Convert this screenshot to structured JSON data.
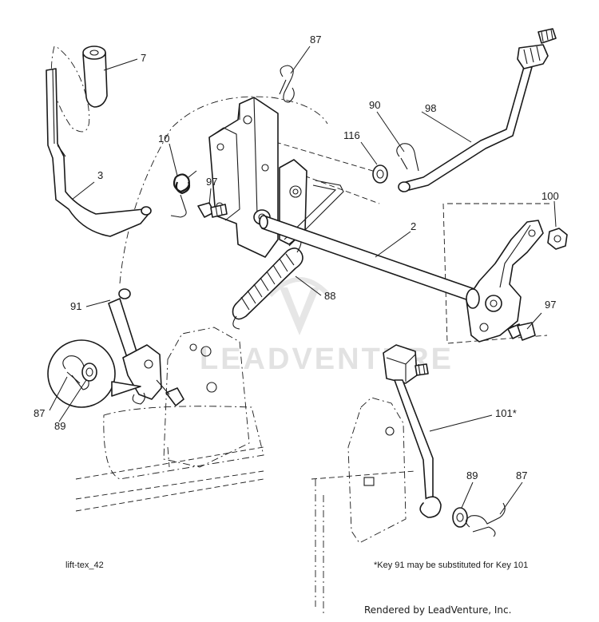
{
  "diagram": {
    "id_label": "lift-tex_42",
    "note": "*Key 91 may be substituted for Key 101",
    "credit": "Rendered by LeadVenture, Inc.",
    "watermark": "LEADVENTURE",
    "callouts": [
      {
        "key": "7"
      },
      {
        "key": "87"
      },
      {
        "key": "90"
      },
      {
        "key": "98"
      },
      {
        "key": "116"
      },
      {
        "key": "10"
      },
      {
        "key": "97"
      },
      {
        "key": "3"
      },
      {
        "key": "100"
      },
      {
        "key": "2"
      },
      {
        "key": "88"
      },
      {
        "key": "91"
      },
      {
        "key": "97"
      },
      {
        "key": "87"
      },
      {
        "key": "89"
      },
      {
        "key": "101*"
      },
      {
        "key": "89"
      },
      {
        "key": "87"
      }
    ]
  }
}
